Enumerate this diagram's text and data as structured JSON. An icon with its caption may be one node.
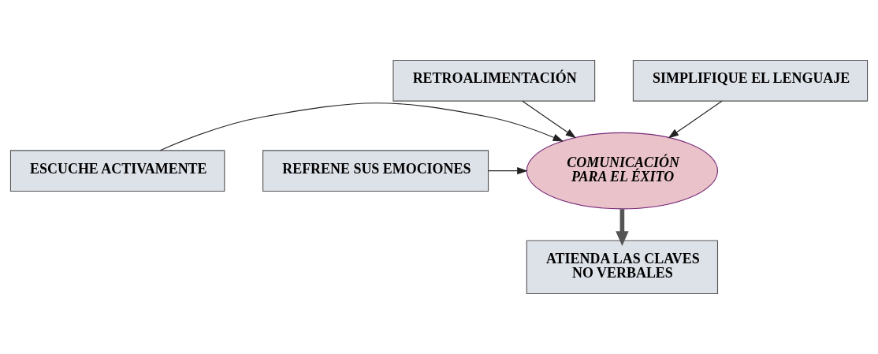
{
  "diagram": {
    "nodes": [
      {
        "text": [
          "RETROALIMENTACIÓN"
        ]
      },
      {
        "text": [
          "SIMPLIFIQUE EL LENGUAJE"
        ]
      },
      {
        "text": [
          "COMUNICACIÓN PARA EL ÉXITO"
        ]
      },
      {
        "text": [
          "ESCUCHE ACTIVAMENTE"
        ]
      },
      {
        "text": [
          "REFRENE SUS EMOCIONES"
        ]
      },
      {
        "text": [
          "ATIENDA LAS CLAVES NO VERBALES"
        ]
      }
    ],
    "edges": [
      {
        "from": 0,
        "to": 2,
        "arrow": "to"
      },
      {
        "from": 1,
        "to": 2,
        "arrow": "to"
      },
      {
        "from": 3,
        "to": 2,
        "arrow": "to"
      },
      {
        "from": 4,
        "to": 2,
        "arrow": "to"
      },
      {
        "from": 2,
        "to": 5,
        "arrow": "to",
        "style": "thick",
        "color": "#555555"
      }
    ]
  }
}
